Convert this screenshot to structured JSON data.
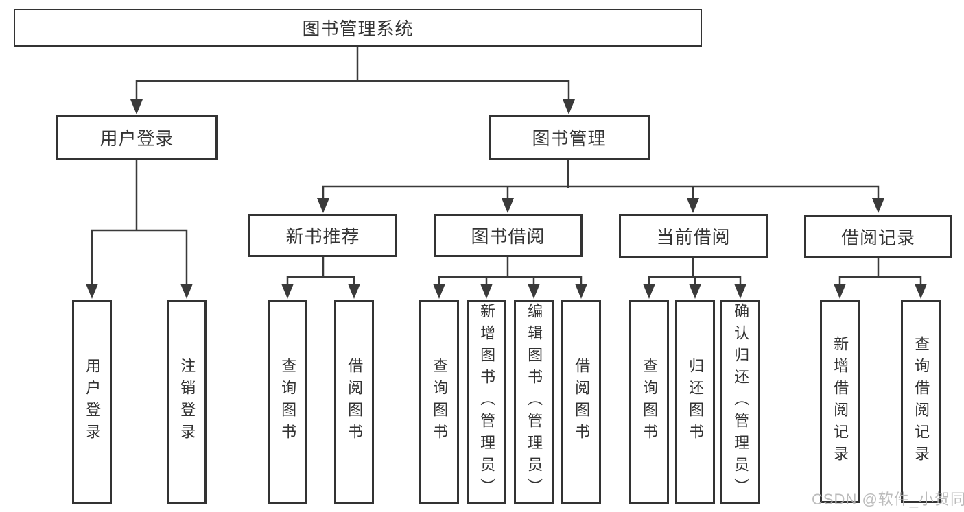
{
  "diagram": {
    "root": {
      "label": "图书管理系统"
    },
    "level2": {
      "user_login": {
        "label": "用户登录",
        "children": [
          "用户登录",
          "注销登录"
        ]
      },
      "book_mgmt": {
        "label": "图书管理"
      }
    },
    "modules": {
      "new_book_rec": {
        "label": "新书推荐",
        "children": [
          "查询图书",
          "借阅图书"
        ]
      },
      "book_borrow": {
        "label": "图书借阅",
        "children": [
          "查询图书",
          "新增图书（管理员）",
          "编辑图书（管理员）",
          "借阅图书"
        ]
      },
      "current_borrow": {
        "label": "当前借阅",
        "children": [
          "查询图书",
          "归还图书",
          "确认归还（管理员）"
        ]
      },
      "borrow_records": {
        "label": "借阅记录",
        "children": [
          "新增借阅记录",
          "查询借阅记录"
        ]
      }
    }
  },
  "watermark": "CSDN @软件_小贺同学",
  "colors": {
    "line": "#3a3a3a",
    "border": "#333333",
    "text": "#333333",
    "watermark": "#b5b5b5",
    "background": "#ffffff"
  }
}
